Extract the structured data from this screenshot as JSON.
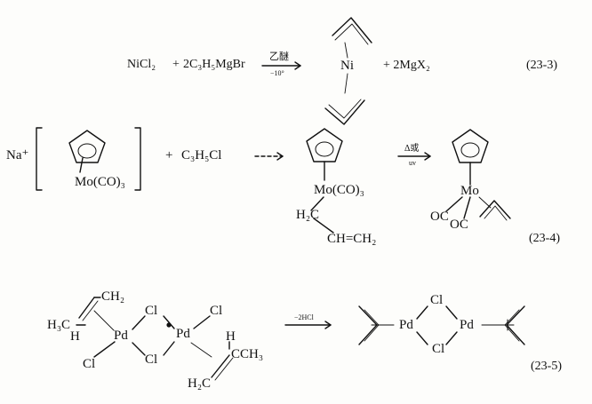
{
  "reaction_23_3": {
    "reactant_1": "NiCl₂",
    "plus_1": "+",
    "reactant_2": "2C₃H₅MgBr",
    "condition_top": "乙醚",
    "condition_bottom": "−10°",
    "center_atom": "Ni",
    "byproduct": "+ 2MgX₂",
    "label": "(23-3)"
  },
  "reaction_23_4": {
    "counter_ion": "Na⁺",
    "anion_ligand": "Mo(CO)₃",
    "plus": "+",
    "reagent": "C₃H₅Cl",
    "intermediate_metal": "Mo(CO)₃",
    "intermediate_ch2": "H₂C",
    "intermediate_vinyl": "CH=CH₂",
    "condition_top": "Δ或",
    "condition_bottom": "uv",
    "product_metal": "Mo",
    "product_co_1": "OC",
    "product_co_2": "OC",
    "label": "(23-4)"
  },
  "reaction_23_5": {
    "left_ch2": "CH₂",
    "left_h3c": "H₃C",
    "left_h": "H",
    "pd_1": "Pd",
    "cl_bridge_top": "Cl",
    "cl_bridge_bottom": "Cl",
    "cl_terminal_left": "Cl",
    "pd_2": "Pd",
    "cl_terminal_right": "Cl",
    "right_h": "H",
    "right_ch3": "CCH₃",
    "right_h2c": "H₂C",
    "condition": "−2HCl",
    "product_pd_1": "Pd",
    "product_cl_top": "Cl",
    "product_cl_bottom": "Cl",
    "product_pd_2": "Pd",
    "label": "(23-5)"
  }
}
